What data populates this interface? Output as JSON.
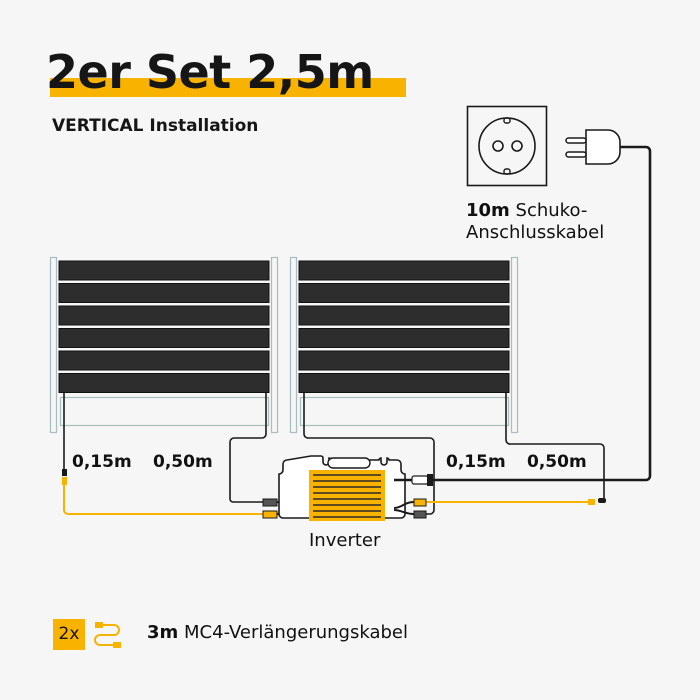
{
  "header": {
    "title": "2er Set 2,5m",
    "subtitle": "VERTICAL Installation"
  },
  "outlet": {
    "icon": "schuko-socket-icon",
    "plug_icon": "schuko-plug-icon",
    "cable_length": "10m",
    "cable_name_line1": "Schuko-",
    "cable_name_line2": "Anschlusskabel"
  },
  "panels": [
    {
      "name": "left-solar-panel",
      "strips": 6,
      "cable_short": "0,15m",
      "cable_long": "0,50m"
    },
    {
      "name": "right-solar-panel",
      "strips": 6,
      "cable_short": "0,15m",
      "cable_long": "0,50m"
    }
  ],
  "inverter": {
    "label": "Inverter"
  },
  "accessory": {
    "quantity": "2x",
    "icon": "extension-cable-icon",
    "length": "3m",
    "name": "MC4-Verlängerungskabel"
  },
  "colors": {
    "accent": "#f8b200",
    "panel": "#2d2d2d",
    "frame": "#a9bcc0",
    "cable": "#1a1a1a",
    "background": "#f6f6f6"
  }
}
